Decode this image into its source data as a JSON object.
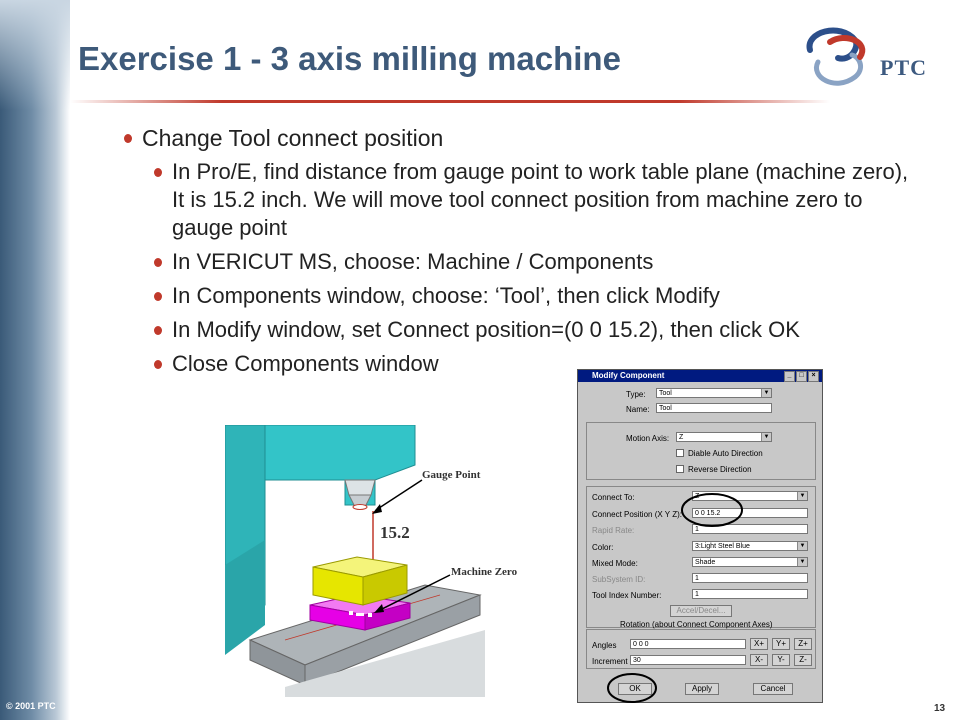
{
  "copyright": "© 2001 PTC",
  "title": "Exercise 1 - 3 axis milling machine",
  "logo": {
    "text": "PTC",
    "icon": "ptc-swirl-logo"
  },
  "page_number": "13",
  "bullets": {
    "main": "Change Tool connect position",
    "sub": [
      "In Pro/E, find distance from gauge point to work table plane (machine zero), It is 15.2 inch. We will move tool connect position from machine zero to gauge point",
      "In VERICUT MS, choose: Machine / Components",
      "In Components window, choose: ‘Tool’, then click Modify",
      "In Modify window, set Connect position=(0 0 15.2), then click OK",
      "Close Components window"
    ]
  },
  "figure": {
    "gauge_point": "Gauge Point",
    "distance": "15.2",
    "machine_zero": "Machine Zero"
  },
  "dialog": {
    "title": "Modify Component",
    "type_label": "Type:",
    "type_value": "Tool",
    "name_label": "Name:",
    "name_value": "Tool",
    "motion_axis_label": "Motion Axis:",
    "motion_axis_value": "Z",
    "diable_auto_direction": "Diable Auto Direction",
    "reverse_direction": "Reverse Direction",
    "connect_to_label": "Connect To:",
    "connect_to_value": "Z",
    "connect_position_label": "Connect Position (X Y Z):",
    "connect_position_value": "0 0 15.2",
    "rapid_rate_label": "Rapid Rate:",
    "rapid_rate_value": "1",
    "color_label": "Color:",
    "color_value": "3:Light Steel Blue",
    "mixed_mode_label": "Mixed Mode:",
    "mixed_mode_value": "Shade",
    "subsystem_label": "SubSystem ID:",
    "subsystem_value": "1",
    "tool_index_label": "Tool Index Number:",
    "tool_index_value": "1",
    "accel_button": "Accel/Decel...",
    "rotation_header": "Rotation (about Connect Component Axes)",
    "angles_label": "Angles",
    "angles_value": "0 0 0",
    "increment_label": "Increment",
    "increment_value": "30",
    "xplus": "X+",
    "yplus": "Y+",
    "zplus": "Z+",
    "xminus": "X-",
    "yminus": "Y-",
    "zminus": "Z-",
    "ok": "OK",
    "apply": "Apply",
    "cancel": "Cancel"
  },
  "colors": {
    "title": "#3e5a7a",
    "accent": "#c0392b",
    "machine_cyan": "#33c4c8",
    "stock_yellow": "#e6e600",
    "fixture_magenta": "#e600e6"
  }
}
